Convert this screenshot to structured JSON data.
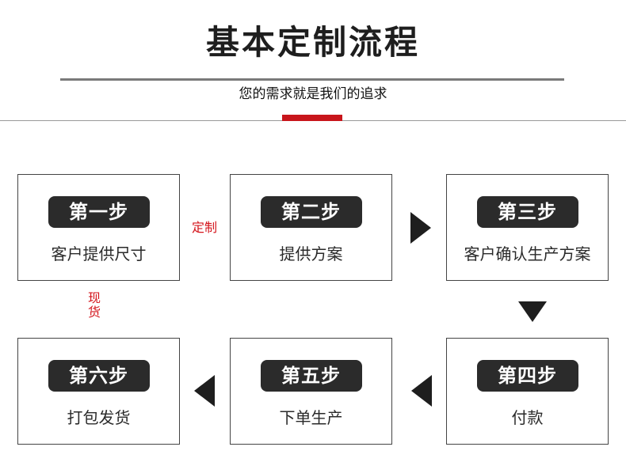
{
  "header": {
    "title": "基本定制流程",
    "subtitle": "您的需求就是我们的追求"
  },
  "colors": {
    "accent": "#c8151b",
    "badge": "#2b2b2b",
    "note": "#d4141b",
    "arrow": "#1e1e1e"
  },
  "steps": [
    {
      "badge": "第一步",
      "desc": "客户提供尺寸"
    },
    {
      "badge": "第二步",
      "desc": "提供方案"
    },
    {
      "badge": "第三步",
      "desc": "客户确认生产方案"
    },
    {
      "badge": "第四步",
      "desc": "付款"
    },
    {
      "badge": "第五步",
      "desc": "下单生产"
    },
    {
      "badge": "第六步",
      "desc": "打包发货"
    }
  ],
  "notes": {
    "custom": "定制",
    "stock": "现货"
  },
  "arrows": [
    "arrow-right-icon",
    "arrow-down-icon",
    "arrow-left-icon",
    "arrow-left-icon"
  ]
}
